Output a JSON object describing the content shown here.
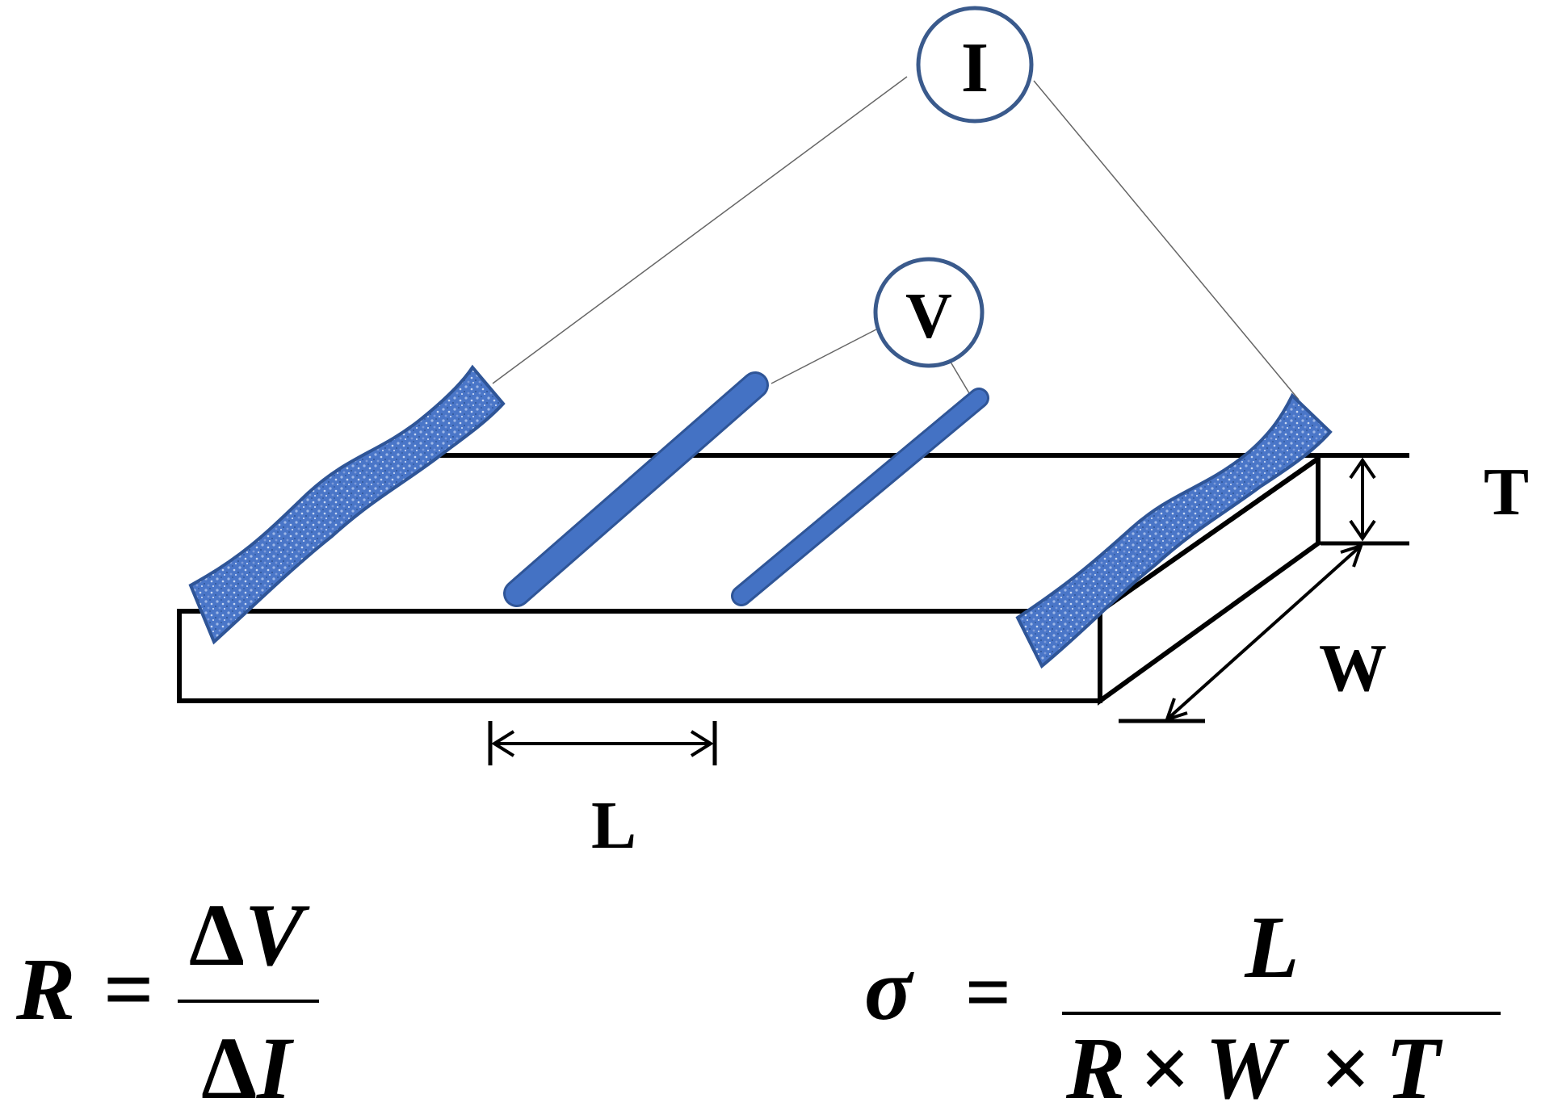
{
  "meters": {
    "current_label": "I",
    "voltage_label": "V"
  },
  "dimensions": {
    "length_label": "L",
    "width_label": "W",
    "thickness_label": "T"
  },
  "formula_resistance": {
    "lhs": "R",
    "equals": "=",
    "numerator_delta": "Δ",
    "numerator_var": "V",
    "denominator_delta": "Δ",
    "denominator_var": "I"
  },
  "formula_conductivity": {
    "lhs": "σ",
    "equals": "=",
    "numerator": "L",
    "denominator_r": "R",
    "times_1": "×",
    "denominator_w": "W",
    "times_2": "×",
    "denominator_t": "T"
  },
  "colors": {
    "electrode": "#4472c4",
    "electrode_dark": "#2f5597",
    "outline": "#000000",
    "meter_ring": "#3a5a8c",
    "wire": "#555555"
  }
}
